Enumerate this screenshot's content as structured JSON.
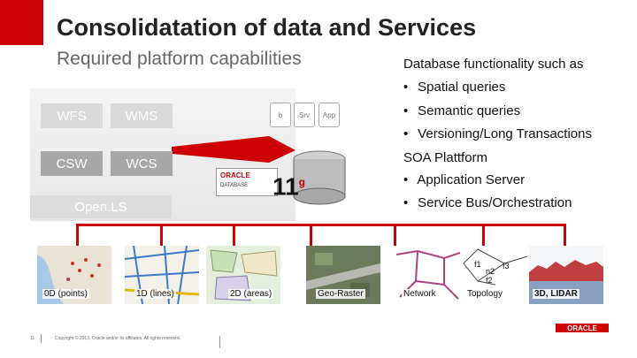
{
  "slide": {
    "title": "Consolidatation of data and Services",
    "subtitle": "Required platform capabilities",
    "right_heading": "Database functionality such as",
    "bullets_db": [
      "Spatial queries",
      "Semantic queries",
      "Versioning/Long Transactions"
    ],
    "soa_heading": "SOA Plattform",
    "bullets_soa": [
      "Application Server",
      "Service Bus/Orchestration"
    ],
    "bullet_char": "•"
  },
  "diagram": {
    "services": [
      "WFS",
      "WMS",
      "CSW",
      "WCS"
    ],
    "openls": "Open.LS",
    "small_boxes": [
      "b",
      "Srv",
      "App"
    ],
    "db_label": "11",
    "db_sup": "g",
    "db_brand": "ORACLE",
    "db_sub": "DATABASE"
  },
  "tiles": [
    {
      "caption": "0D (points)"
    },
    {
      "caption": "1D (lines)"
    },
    {
      "caption": "2D (areas)"
    },
    {
      "caption": "Geo-Raster"
    },
    {
      "caption": "Network"
    },
    {
      "caption": "Topology",
      "labels": [
        "f1",
        "f3",
        "n2",
        "f2"
      ]
    },
    {
      "caption": "3D, LIDAR"
    }
  ],
  "footer": {
    "page": "11",
    "copyright": "Copyright © 2013, Oracle and/or its affiliates. All rights reserved.",
    "brand": "ORACLE"
  },
  "colors": {
    "accent": "#cc0000",
    "box_light": "#d9d9d9",
    "box_dark": "#a7a7a7"
  }
}
